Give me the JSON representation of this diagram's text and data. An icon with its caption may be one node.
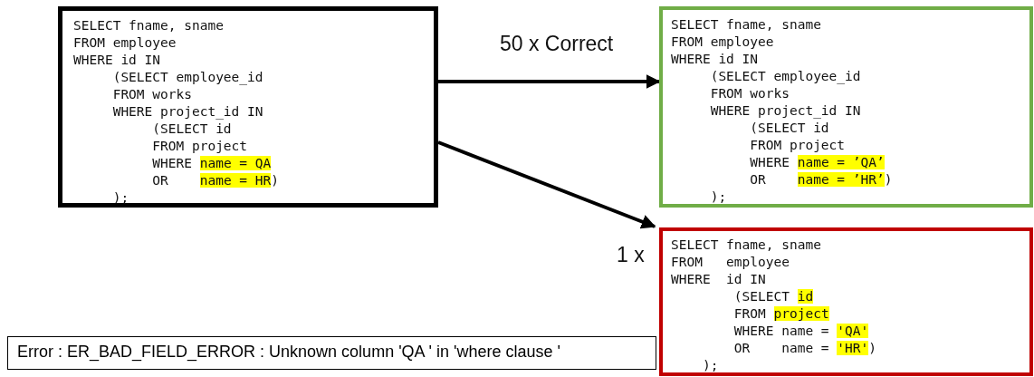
{
  "diagram": {
    "nodes": [
      {
        "text": [
          "SELECT fname, sname",
          "FROM employee",
          "WHERE id IN",
          "     (SELECT employee_id",
          "     FROM works",
          "     WHERE project_id IN",
          "          (SELECT id",
          "          FROM project",
          "          WHERE **name = QA**",
          "          OR    **name = HR**)",
          "     );"
        ]
      },
      {
        "text": [
          "SELECT fname, sname",
          "FROM employee",
          "WHERE id IN",
          "     (SELECT employee_id",
          "     FROM works",
          "     WHERE project_id IN",
          "          (SELECT id",
          "          FROM project",
          "          WHERE **name = ’QA’**",
          "          OR    **name = ’HR’**)",
          "     );"
        ]
      },
      {
        "text": [
          "SELECT fname, sname",
          "FROM   employee",
          "WHERE  id IN",
          "        (SELECT **id**",
          "        FROM **project**",
          "        WHERE name = **'QA'**",
          "        OR    name = **'HR'**)",
          "    );"
        ]
      },
      {
        "text": [
          "Error : ER_BAD_FIELD_ERROR : Unknown column 'QA ' in 'where clause '"
        ]
      }
    ],
    "edges": [
      {
        "from": 0,
        "to": 1,
        "arrow": "to",
        "label": "50 x Correct"
      },
      {
        "from": 0,
        "to": 2,
        "arrow": "to",
        "label": "1 x"
      }
    ]
  }
}
